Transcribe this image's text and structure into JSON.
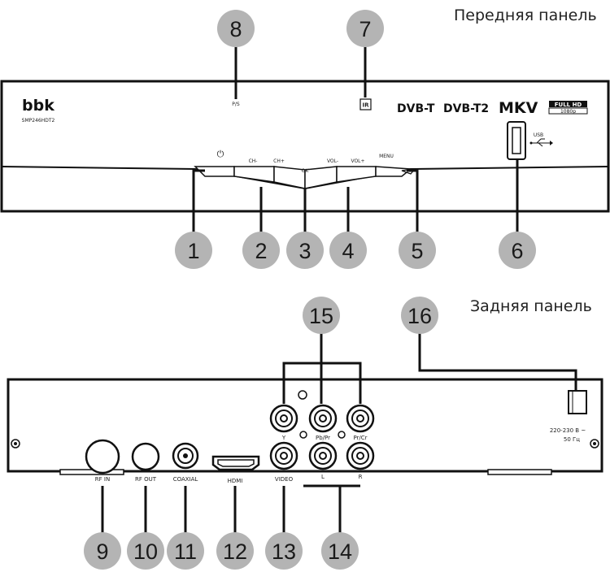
{
  "front_panel": {
    "heading": "Передняя панель",
    "brand": "bbk",
    "model": "SMP246HDT2",
    "ps_label": "P/S",
    "ir_label": "IR",
    "logos": [
      "DVB-T",
      "DVB-T2",
      "MKV",
      "FULL HD",
      "1080p"
    ],
    "buttons": [
      "⏻",
      "CH-",
      "CH+",
      "OK",
      "VOL-",
      "VOL+",
      "MENU"
    ],
    "usb_label": "USB"
  },
  "back_panel": {
    "heading": "Задняя панель",
    "ports": [
      "RF IN",
      "RF OUT",
      "COAXIAL",
      "HDMI",
      "VIDEO"
    ],
    "component_labels": [
      "Y",
      "Pb/Pr",
      "Pr/Cr"
    ],
    "audio_labels": [
      "L",
      "R"
    ],
    "power_label_1": "220-230 В ~",
    "power_label_2": "50 Гц"
  },
  "callouts": [
    "1",
    "2",
    "3",
    "4",
    "5",
    "6",
    "7",
    "8",
    "9",
    "10",
    "11",
    "12",
    "13",
    "14",
    "15",
    "16"
  ],
  "colors": {
    "callout_fill": "#b4b4b4",
    "line": "#111111"
  }
}
